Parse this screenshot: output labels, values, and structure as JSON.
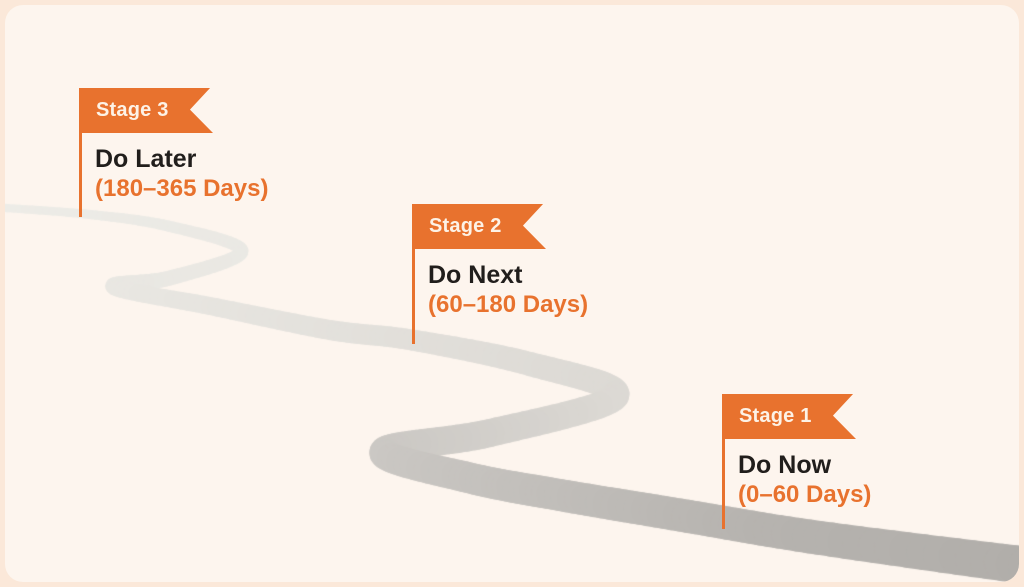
{
  "page": {
    "background": "#fbe8d9",
    "card_background": "#fdf5ee"
  },
  "colors": {
    "accent_orange": "#e8722e",
    "flag_label_text": "#fdf2e6",
    "title_text": "#211e1c",
    "road_gradient": [
      "#edece7",
      "#e9e7e2",
      "#dcd9d4",
      "#c9c6c2",
      "#b6b3af",
      "#b1aeaa"
    ]
  },
  "stages": [
    {
      "flag_label": "Stage 1",
      "title": "Do Now",
      "range": "(0–60 Days)"
    },
    {
      "flag_label": "Stage 2",
      "title": "Do Next",
      "range": "(60–180 Days)"
    },
    {
      "flag_label": "Stage 3",
      "title": "Do Later",
      "range": "(180–365 Days)"
    }
  ]
}
